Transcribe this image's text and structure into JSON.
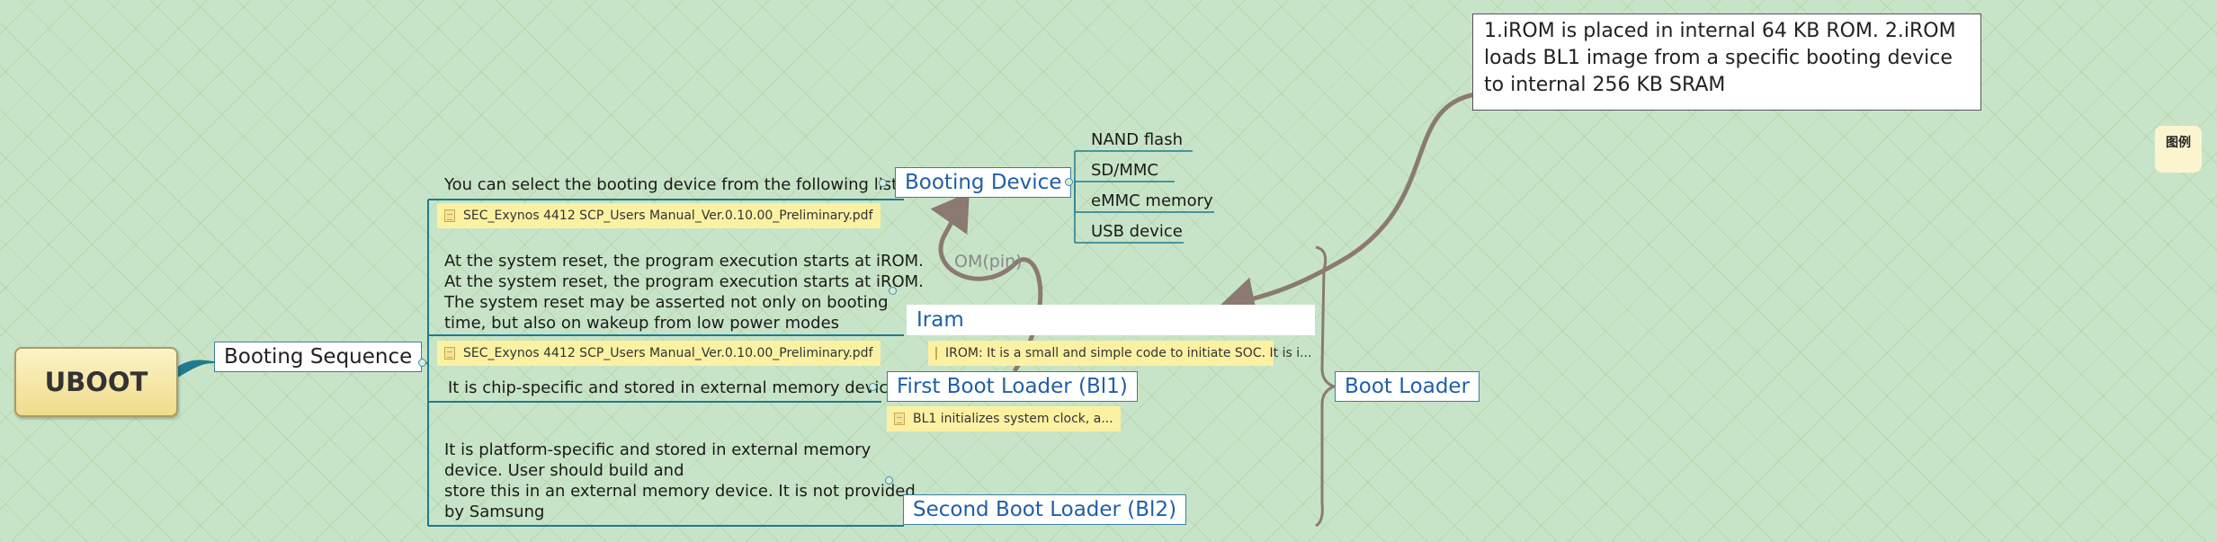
{
  "diagram": {
    "root": {
      "label": "UBOOT"
    },
    "booting_sequence": {
      "label": "Booting Sequence"
    },
    "select_device_note": {
      "text": "You can select the booting device from the following list:"
    },
    "attachment_1": {
      "text": "SEC_Exynos 4412 SCP_Users Manual_Ver.0.10.00_Preliminary.pdf"
    },
    "booting_device": {
      "label": "Booting Device"
    },
    "devices": [
      "NAND flash",
      "SD/MMC",
      "eMMC memory",
      "USB device"
    ],
    "reset_note": {
      "lines": [
        "At the system reset, the program execution starts at iROM.",
        "At the system reset, the program execution starts at iROM.",
        "The system reset may be asserted not only on booting",
        "time, but also on wakeup from low power modes"
      ]
    },
    "attachment_2": {
      "text": "SEC_Exynos 4412 SCP_Users Manual_Ver.0.10.00_Preliminary.pdf"
    },
    "iram": {
      "label": "Iram"
    },
    "irom_note": {
      "text": "IROM: It is a small and simple code to initiate SOC. It is i..."
    },
    "chip_specific_note": {
      "text": "It is chip-specific and stored in external memory device"
    },
    "first_boot_loader": {
      "label": "First Boot Loader (Bl1)"
    },
    "bl1_note": {
      "text": "BL1 initializes system clock, a..."
    },
    "platform_note": {
      "lines": [
        " It is platform-specific and stored in external memory",
        "device. User should build and",
        "store this in an external memory device. It is not provided",
        "by Samsung"
      ]
    },
    "second_boot_loader": {
      "label": "Second Boot Loader (Bl2)"
    },
    "om_pin": {
      "label": "OM(pin)"
    },
    "boot_loader": {
      "label": "Boot Loader"
    },
    "callout": {
      "text": "1.iROM is placed in internal 64 KB ROM. 2.iROM loads BL1 image from a specific booting device to internal 256 KB SRAM"
    },
    "legend": {
      "label": "图例"
    }
  },
  "colors": {
    "background": "#c8e4c8",
    "branch_line": "#1f7a8c",
    "topic_text": "#1f5fa8",
    "relation_arrow": "#8a7a72",
    "attachment": "#fbf1a3",
    "root_fill": "#f0dc8a"
  }
}
